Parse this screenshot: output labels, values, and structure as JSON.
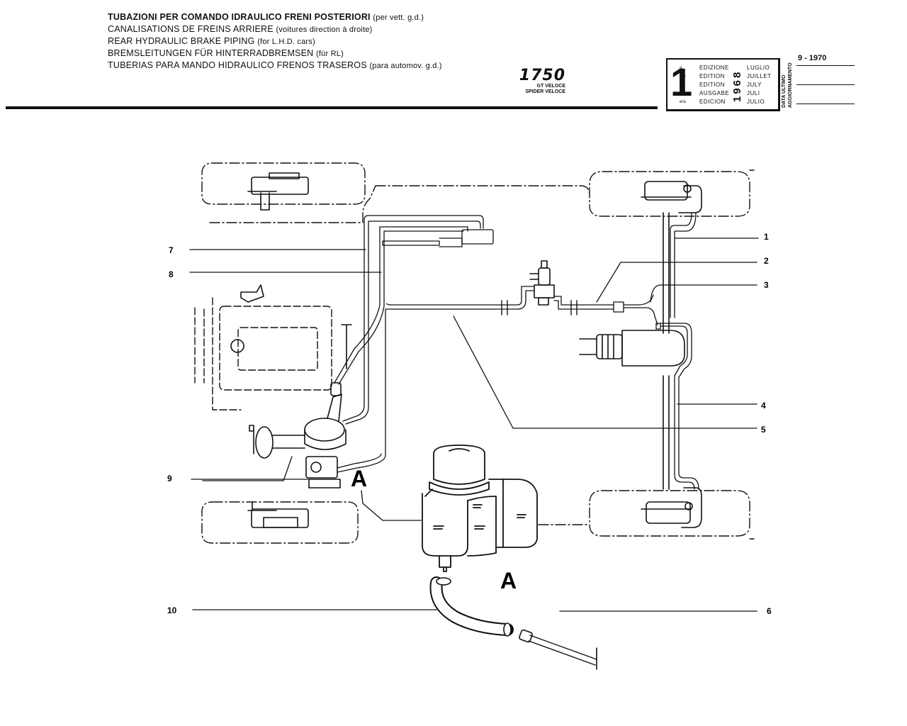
{
  "title_lines": [
    {
      "main": "TUBAZIONI PER COMANDO IDRAULICO FRENI POSTERIORI",
      "note": "(per vett. g.d.)"
    },
    {
      "main": "CANALISATIONS DE FREINS ARRIERE",
      "note": "(voitures direction à droite)"
    },
    {
      "main": "REAR HYDRAULIC BRAKE PIPING",
      "note": "(for L.H.D. cars)"
    },
    {
      "main": "BREMSLEITUNGEN FÜR HINTERRADBREMSEN",
      "note": "(für RL)"
    },
    {
      "main": "TUBERIAS PARA MANDO HIDRAULICO FRENOS TRASEROS",
      "note": "(para automov. g.d.)"
    }
  ],
  "model": {
    "number": "1750",
    "line1": "GT VELOCE",
    "line2": "SPIDER VELOCE"
  },
  "edition": {
    "number": "1",
    "suffixes": [
      "a",
      "ere",
      "st",
      ".",
      "era"
    ],
    "words": [
      "EDIZIONE",
      "EDITION",
      "EDITION",
      "AUSGABE",
      "EDICION"
    ],
    "year": "1968",
    "months": [
      "LUGLIO",
      "JUILLET",
      "JULY",
      "JULI",
      "JULIO"
    ]
  },
  "update": {
    "label_line1": "DATA ULTIMO",
    "label_line2": "AGGIORNAMENTO",
    "date": "9 - 1970"
  },
  "callouts": {
    "c1": "1",
    "c2": "2",
    "c3": "3",
    "c4": "4",
    "c5": "5",
    "c6": "6",
    "c7": "7",
    "c8": "8",
    "c9": "9",
    "c10": "10"
  },
  "view_letters": {
    "a1": "A",
    "a2": "A"
  }
}
